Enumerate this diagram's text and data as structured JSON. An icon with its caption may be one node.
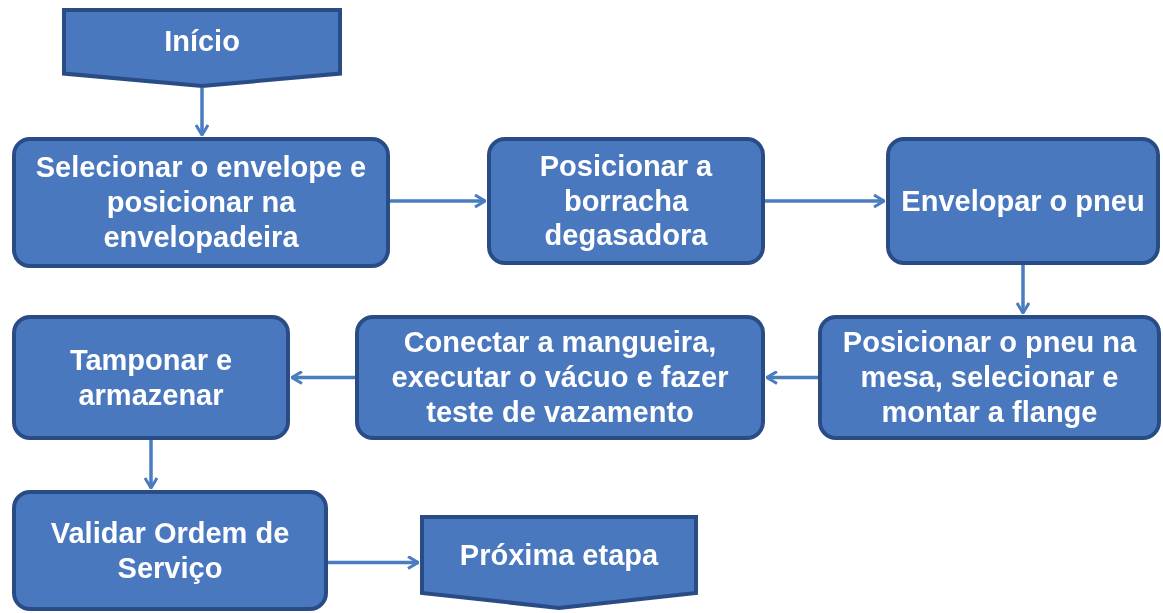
{
  "diagram": {
    "nodes": [
      {
        "text": [
          "Início"
        ]
      },
      {
        "text": [
          "Selecionar o envelope e posicionar na envelopadeira"
        ]
      },
      {
        "text": [
          "Posicionar a borracha degasadora"
        ]
      },
      {
        "text": [
          "Envelopar o pneu"
        ]
      },
      {
        "text": [
          "Posicionar o pneu na mesa, selecionar e montar a flange"
        ]
      },
      {
        "text": [
          "Conectar a mangueira, executar o vácuo e fazer teste de vazamento"
        ]
      },
      {
        "text": [
          "Tamponar e armazenar"
        ]
      },
      {
        "text": [
          "Validar Ordem de Serviço"
        ]
      },
      {
        "text": [
          "Próxima etapa"
        ]
      }
    ],
    "edges": [
      {
        "from": 0,
        "to": 1,
        "arrow": "to"
      },
      {
        "from": 1,
        "to": 2,
        "arrow": "to"
      },
      {
        "from": 2,
        "to": 3,
        "arrow": "to"
      },
      {
        "from": 3,
        "to": 4,
        "arrow": "to"
      },
      {
        "from": 4,
        "to": 5,
        "arrow": "to"
      },
      {
        "from": 5,
        "to": 6,
        "arrow": "to"
      },
      {
        "from": 6,
        "to": 7,
        "arrow": "to"
      },
      {
        "from": 7,
        "to": 8,
        "arrow": "to"
      }
    ]
  }
}
